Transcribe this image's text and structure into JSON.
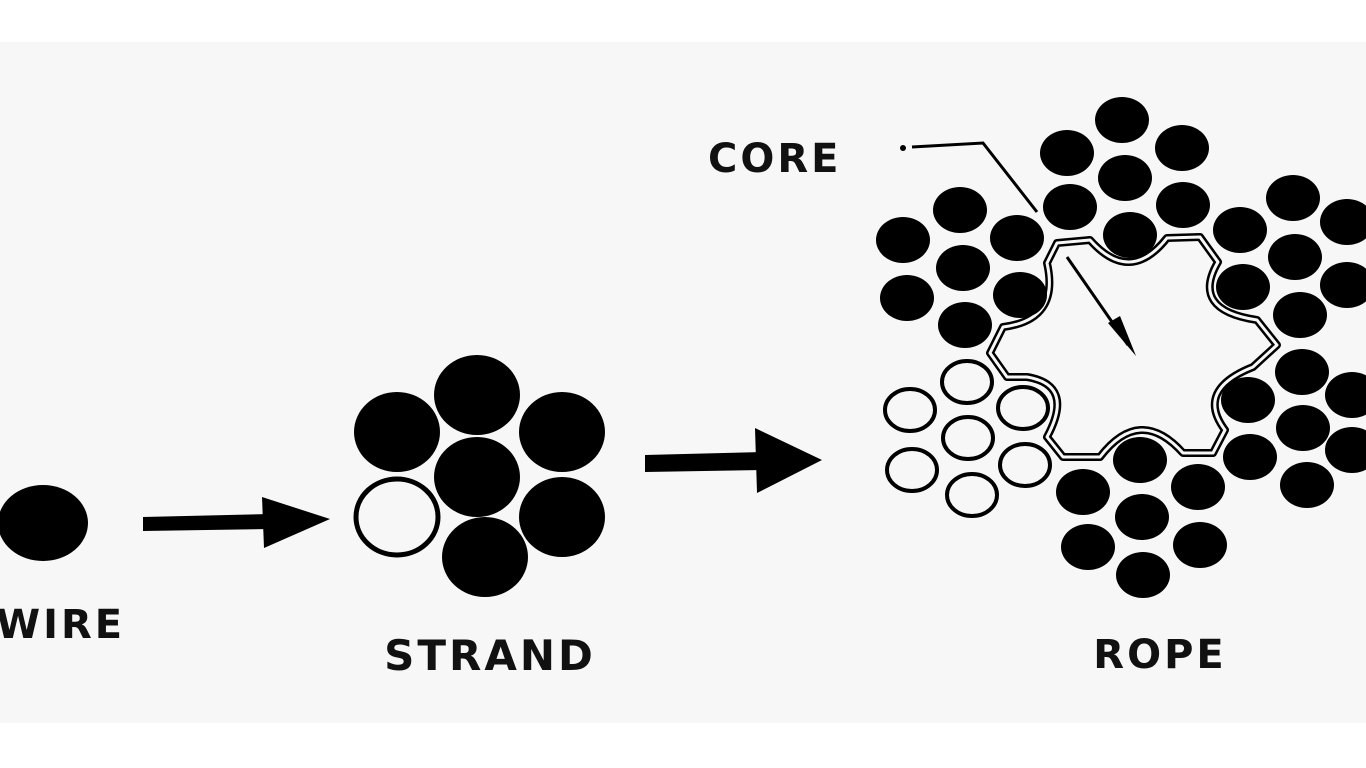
{
  "labels": {
    "wire": "WIRE",
    "strand": "STRAND",
    "rope": "ROPE",
    "core": "CORE"
  },
  "colors": {
    "background": "#f7f7f7",
    "ink": "#000000"
  }
}
